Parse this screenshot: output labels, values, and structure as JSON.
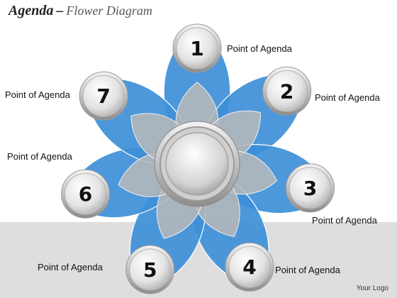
{
  "title": {
    "main": "Agenda",
    "separator": "–",
    "sub": "Flower Diagram"
  },
  "petal_color": "#3d8fd8",
  "petal_color_light": "#8ec2ee",
  "center_color": "#b9b9b9",
  "items": [
    {
      "number": "1",
      "label": "Point of Agenda"
    },
    {
      "number": "2",
      "label": "Point of Agenda"
    },
    {
      "number": "3",
      "label": "Point of Agenda"
    },
    {
      "number": "4",
      "label": "Point of Agenda"
    },
    {
      "number": "5",
      "label": "Point of Agenda"
    },
    {
      "number": "6",
      "label": "Point of Agenda"
    },
    {
      "number": "7",
      "label": "Point of Agenda"
    }
  ],
  "logo": "Your Logo"
}
